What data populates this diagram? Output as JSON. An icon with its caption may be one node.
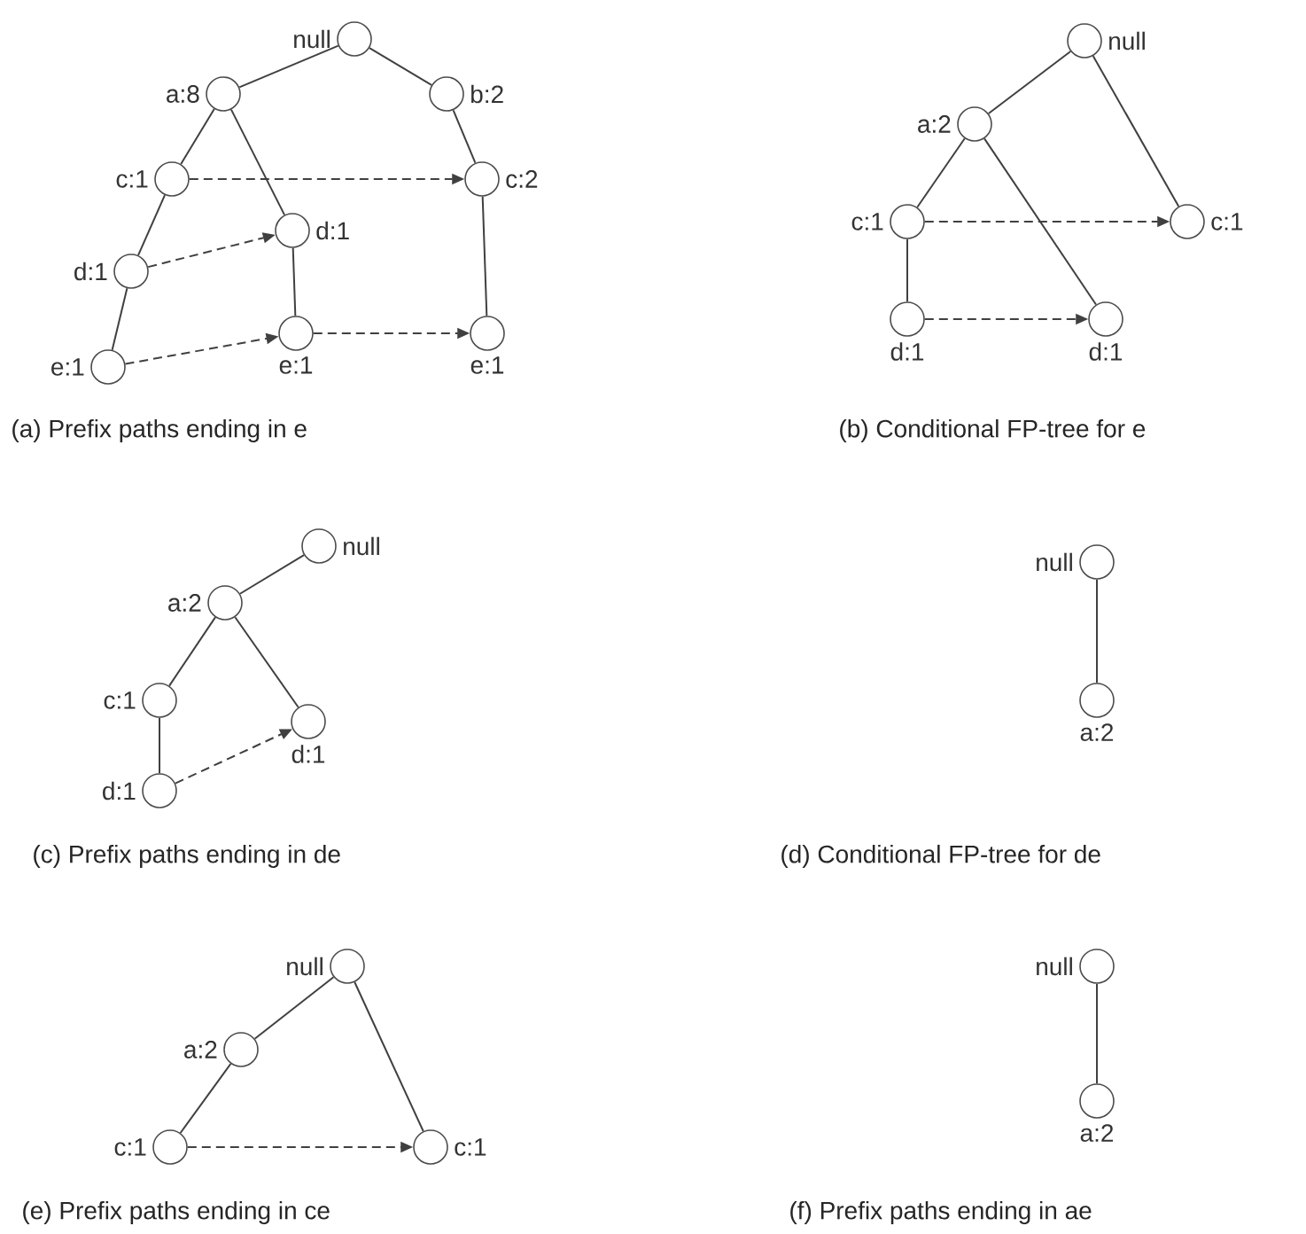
{
  "diagram": {
    "nodes": [
      {
        "text": [],
        "shape": "circle",
        "beside": [
          "null"
        ]
      },
      {
        "text": [],
        "shape": "circle",
        "beside": [
          "a:8"
        ]
      },
      {
        "text": [],
        "shape": "circle",
        "beside": [
          "b:2"
        ]
      },
      {
        "text": [],
        "shape": "circle",
        "beside": [
          "c:1"
        ]
      },
      {
        "text": [],
        "shape": "circle",
        "beside": [
          "c:2"
        ]
      },
      {
        "text": [],
        "shape": "circle",
        "beside": [
          "d:1"
        ]
      },
      {
        "text": [],
        "shape": "circle",
        "beside": [
          "d:1"
        ]
      },
      {
        "text": [],
        "shape": "circle",
        "beside": [
          "e:1"
        ]
      },
      {
        "text": [],
        "shape": "circle",
        "beside": [
          "e:1"
        ]
      },
      {
        "text": [],
        "shape": "circle",
        "beside": [
          "e:1"
        ]
      },
      {
        "text": [],
        "shape": "circle",
        "beside": [
          "null"
        ]
      },
      {
        "text": [],
        "shape": "circle",
        "beside": [
          "a:2"
        ]
      },
      {
        "text": [],
        "shape": "circle",
        "beside": [
          "c:1"
        ]
      },
      {
        "text": [],
        "shape": "circle",
        "beside": [
          "c:1"
        ]
      },
      {
        "text": [],
        "shape": "circle",
        "beside": [
          "d:1"
        ]
      },
      {
        "text": [],
        "shape": "circle",
        "beside": [
          "d:1"
        ]
      },
      {
        "text": [],
        "shape": "circle",
        "beside": [
          "null"
        ]
      },
      {
        "text": [],
        "shape": "circle",
        "beside": [
          "a:2"
        ]
      },
      {
        "text": [],
        "shape": "circle",
        "beside": [
          "c:1"
        ]
      },
      {
        "text": [],
        "shape": "circle",
        "beside": [
          "d:1"
        ]
      },
      {
        "text": [],
        "shape": "circle",
        "beside": [
          "d:1"
        ]
      },
      {
        "text": [],
        "shape": "circle",
        "beside": [
          "null"
        ]
      },
      {
        "text": [],
        "shape": "circle",
        "beside": [
          "a:2"
        ]
      },
      {
        "text": [],
        "shape": "circle",
        "beside": [
          "null"
        ]
      },
      {
        "text": [],
        "shape": "circle",
        "beside": [
          "a:2"
        ]
      },
      {
        "text": [],
        "shape": "circle",
        "beside": [
          "c:1"
        ]
      },
      {
        "text": [],
        "shape": "circle",
        "beside": [
          "c:1"
        ]
      },
      {
        "text": [],
        "shape": "circle",
        "beside": [
          "null"
        ]
      },
      {
        "text": [],
        "shape": "circle",
        "beside": [
          "a:2"
        ]
      }
    ],
    "edges": [
      {
        "from": 0,
        "to": 1,
        "arrow": "none"
      },
      {
        "from": 0,
        "to": 2,
        "arrow": "none"
      },
      {
        "from": 1,
        "to": 3,
        "arrow": "none"
      },
      {
        "from": 1,
        "to": 5,
        "arrow": "none"
      },
      {
        "from": 2,
        "to": 4,
        "arrow": "none"
      },
      {
        "from": 3,
        "to": 6,
        "arrow": "none"
      },
      {
        "from": 6,
        "to": 9,
        "arrow": "none"
      },
      {
        "from": 5,
        "to": 7,
        "arrow": "none"
      },
      {
        "from": 4,
        "to": 8,
        "arrow": "none"
      },
      {
        "from": 3,
        "to": 4,
        "arrow": "to",
        "style": "dashed"
      },
      {
        "from": 6,
        "to": 5,
        "arrow": "to",
        "style": "dashed"
      },
      {
        "from": 9,
        "to": 7,
        "arrow": "to",
        "style": "dashed"
      },
      {
        "from": 7,
        "to": 8,
        "arrow": "to",
        "style": "dashed"
      },
      {
        "from": 10,
        "to": 11,
        "arrow": "none"
      },
      {
        "from": 10,
        "to": 13,
        "arrow": "none"
      },
      {
        "from": 11,
        "to": 12,
        "arrow": "none"
      },
      {
        "from": 11,
        "to": 15,
        "arrow": "none"
      },
      {
        "from": 12,
        "to": 14,
        "arrow": "none"
      },
      {
        "from": 12,
        "to": 13,
        "arrow": "to",
        "style": "dashed"
      },
      {
        "from": 14,
        "to": 15,
        "arrow": "to",
        "style": "dashed"
      },
      {
        "from": 16,
        "to": 17,
        "arrow": "none"
      },
      {
        "from": 17,
        "to": 18,
        "arrow": "none"
      },
      {
        "from": 17,
        "to": 19,
        "arrow": "none"
      },
      {
        "from": 18,
        "to": 20,
        "arrow": "none"
      },
      {
        "from": 20,
        "to": 19,
        "arrow": "to",
        "style": "dashed"
      },
      {
        "from": 21,
        "to": 22,
        "arrow": "none"
      },
      {
        "from": 23,
        "to": 24,
        "arrow": "none"
      },
      {
        "from": 24,
        "to": 25,
        "arrow": "none"
      },
      {
        "from": 23,
        "to": 26,
        "arrow": "none"
      },
      {
        "from": 25,
        "to": 26,
        "arrow": "to",
        "style": "dashed"
      },
      {
        "from": 27,
        "to": 28,
        "arrow": "none"
      }
    ],
    "labels": [
      "(a) Prefix paths ending in e",
      "(b) Conditional FP-tree for e",
      "(c) Prefix paths ending in de",
      "(d) Conditional FP-tree for de",
      "(e) Prefix paths ending in ce",
      "(f) Prefix paths ending in ae"
    ]
  }
}
